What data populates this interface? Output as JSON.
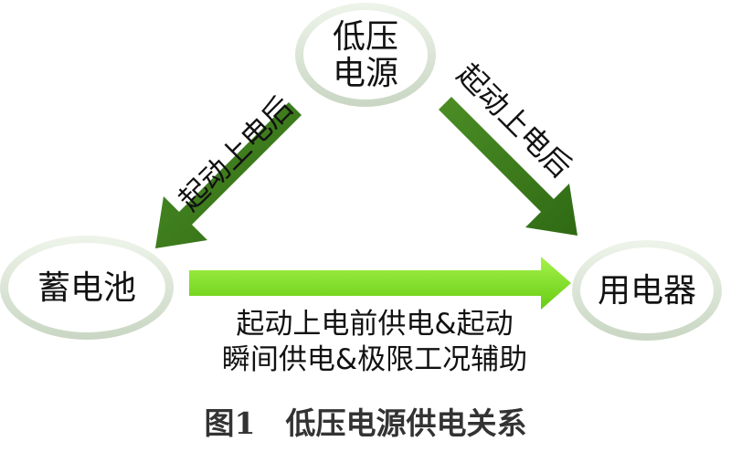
{
  "diagram": {
    "nodes": {
      "source_line1": "低压",
      "source_line2": "电源",
      "battery": "蓄电池",
      "load": "用电器"
    },
    "edges": {
      "left_label": "起动上电后",
      "right_label": "起动上电后",
      "bottom_line1": "起动上电前供电&起动",
      "bottom_line2": "瞬间供电&极限工况辅助"
    },
    "colors": {
      "arrow_dark": "#3a7a1c",
      "arrow_light": "#7fe01e",
      "node_fill": "#ffffff",
      "node_ring": "#d8e3d3"
    }
  },
  "caption": "图1　低压电源供电关系"
}
